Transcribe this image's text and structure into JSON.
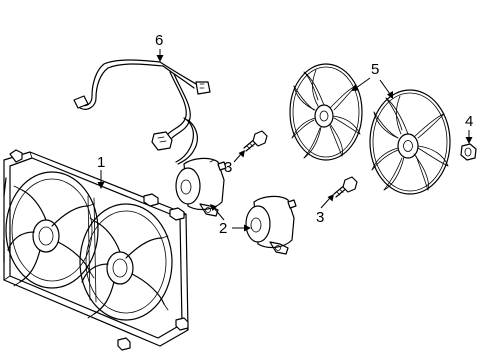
{
  "callouts": {
    "shroud": "1",
    "motor_a": "2",
    "bolt_a": "3",
    "bolt_b": "3",
    "nut": "4",
    "fan_blades": "5",
    "harness": "6"
  }
}
